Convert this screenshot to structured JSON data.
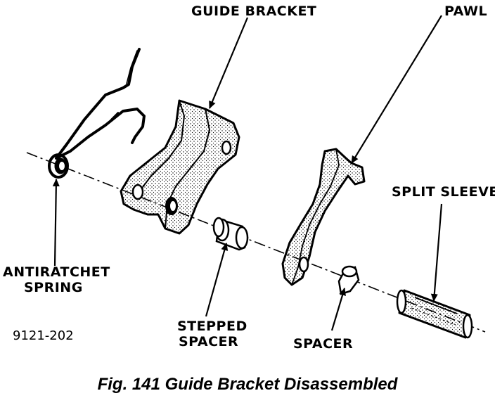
{
  "labels": {
    "guide_bracket": "GUIDE BRACKET",
    "pawl": "PAWL",
    "split_sleeve": "SPLIT SLEEVE",
    "antiratchet_spring_line1": "ANTIRATCHET",
    "antiratchet_spring_line2": "SPRING",
    "stepped_spacer_line1": "STEPPED",
    "stepped_spacer_line2": "SPACER",
    "spacer": "SPACER"
  },
  "figure_id": "9121-202",
  "caption": "Fig. 141 Guide Bracket Disassembled",
  "colors": {
    "ink": "#000000",
    "paper": "#ffffff"
  }
}
